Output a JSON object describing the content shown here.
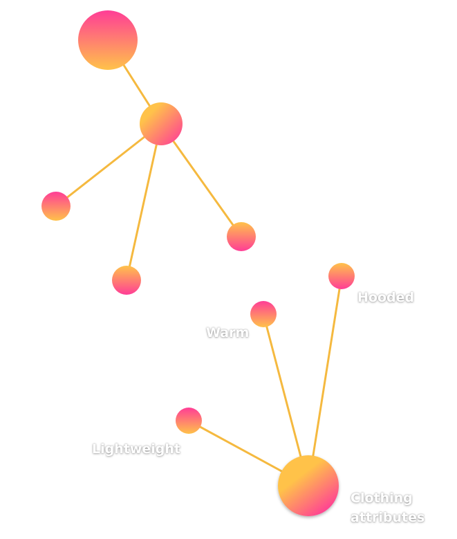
{
  "colors": {
    "edge": "#f5b93f",
    "node_pink": "#ff3d96",
    "node_orange": "#ffc24a"
  },
  "graph": {
    "clusters": [
      {
        "name": "unlabeled-cluster",
        "nodes": [
          "",
          "",
          "",
          "",
          "",
          ""
        ]
      },
      {
        "name": "clothing-cluster",
        "center": "Clothing attributes",
        "nodes": [
          "Hooded",
          "Warm",
          "Lightweight"
        ]
      }
    ]
  },
  "labels": {
    "hooded": "Hooded",
    "warm": "Warm",
    "lightweight": "Lightweight",
    "clothing_line1": "Clothing",
    "clothing_line2": "attributes"
  }
}
